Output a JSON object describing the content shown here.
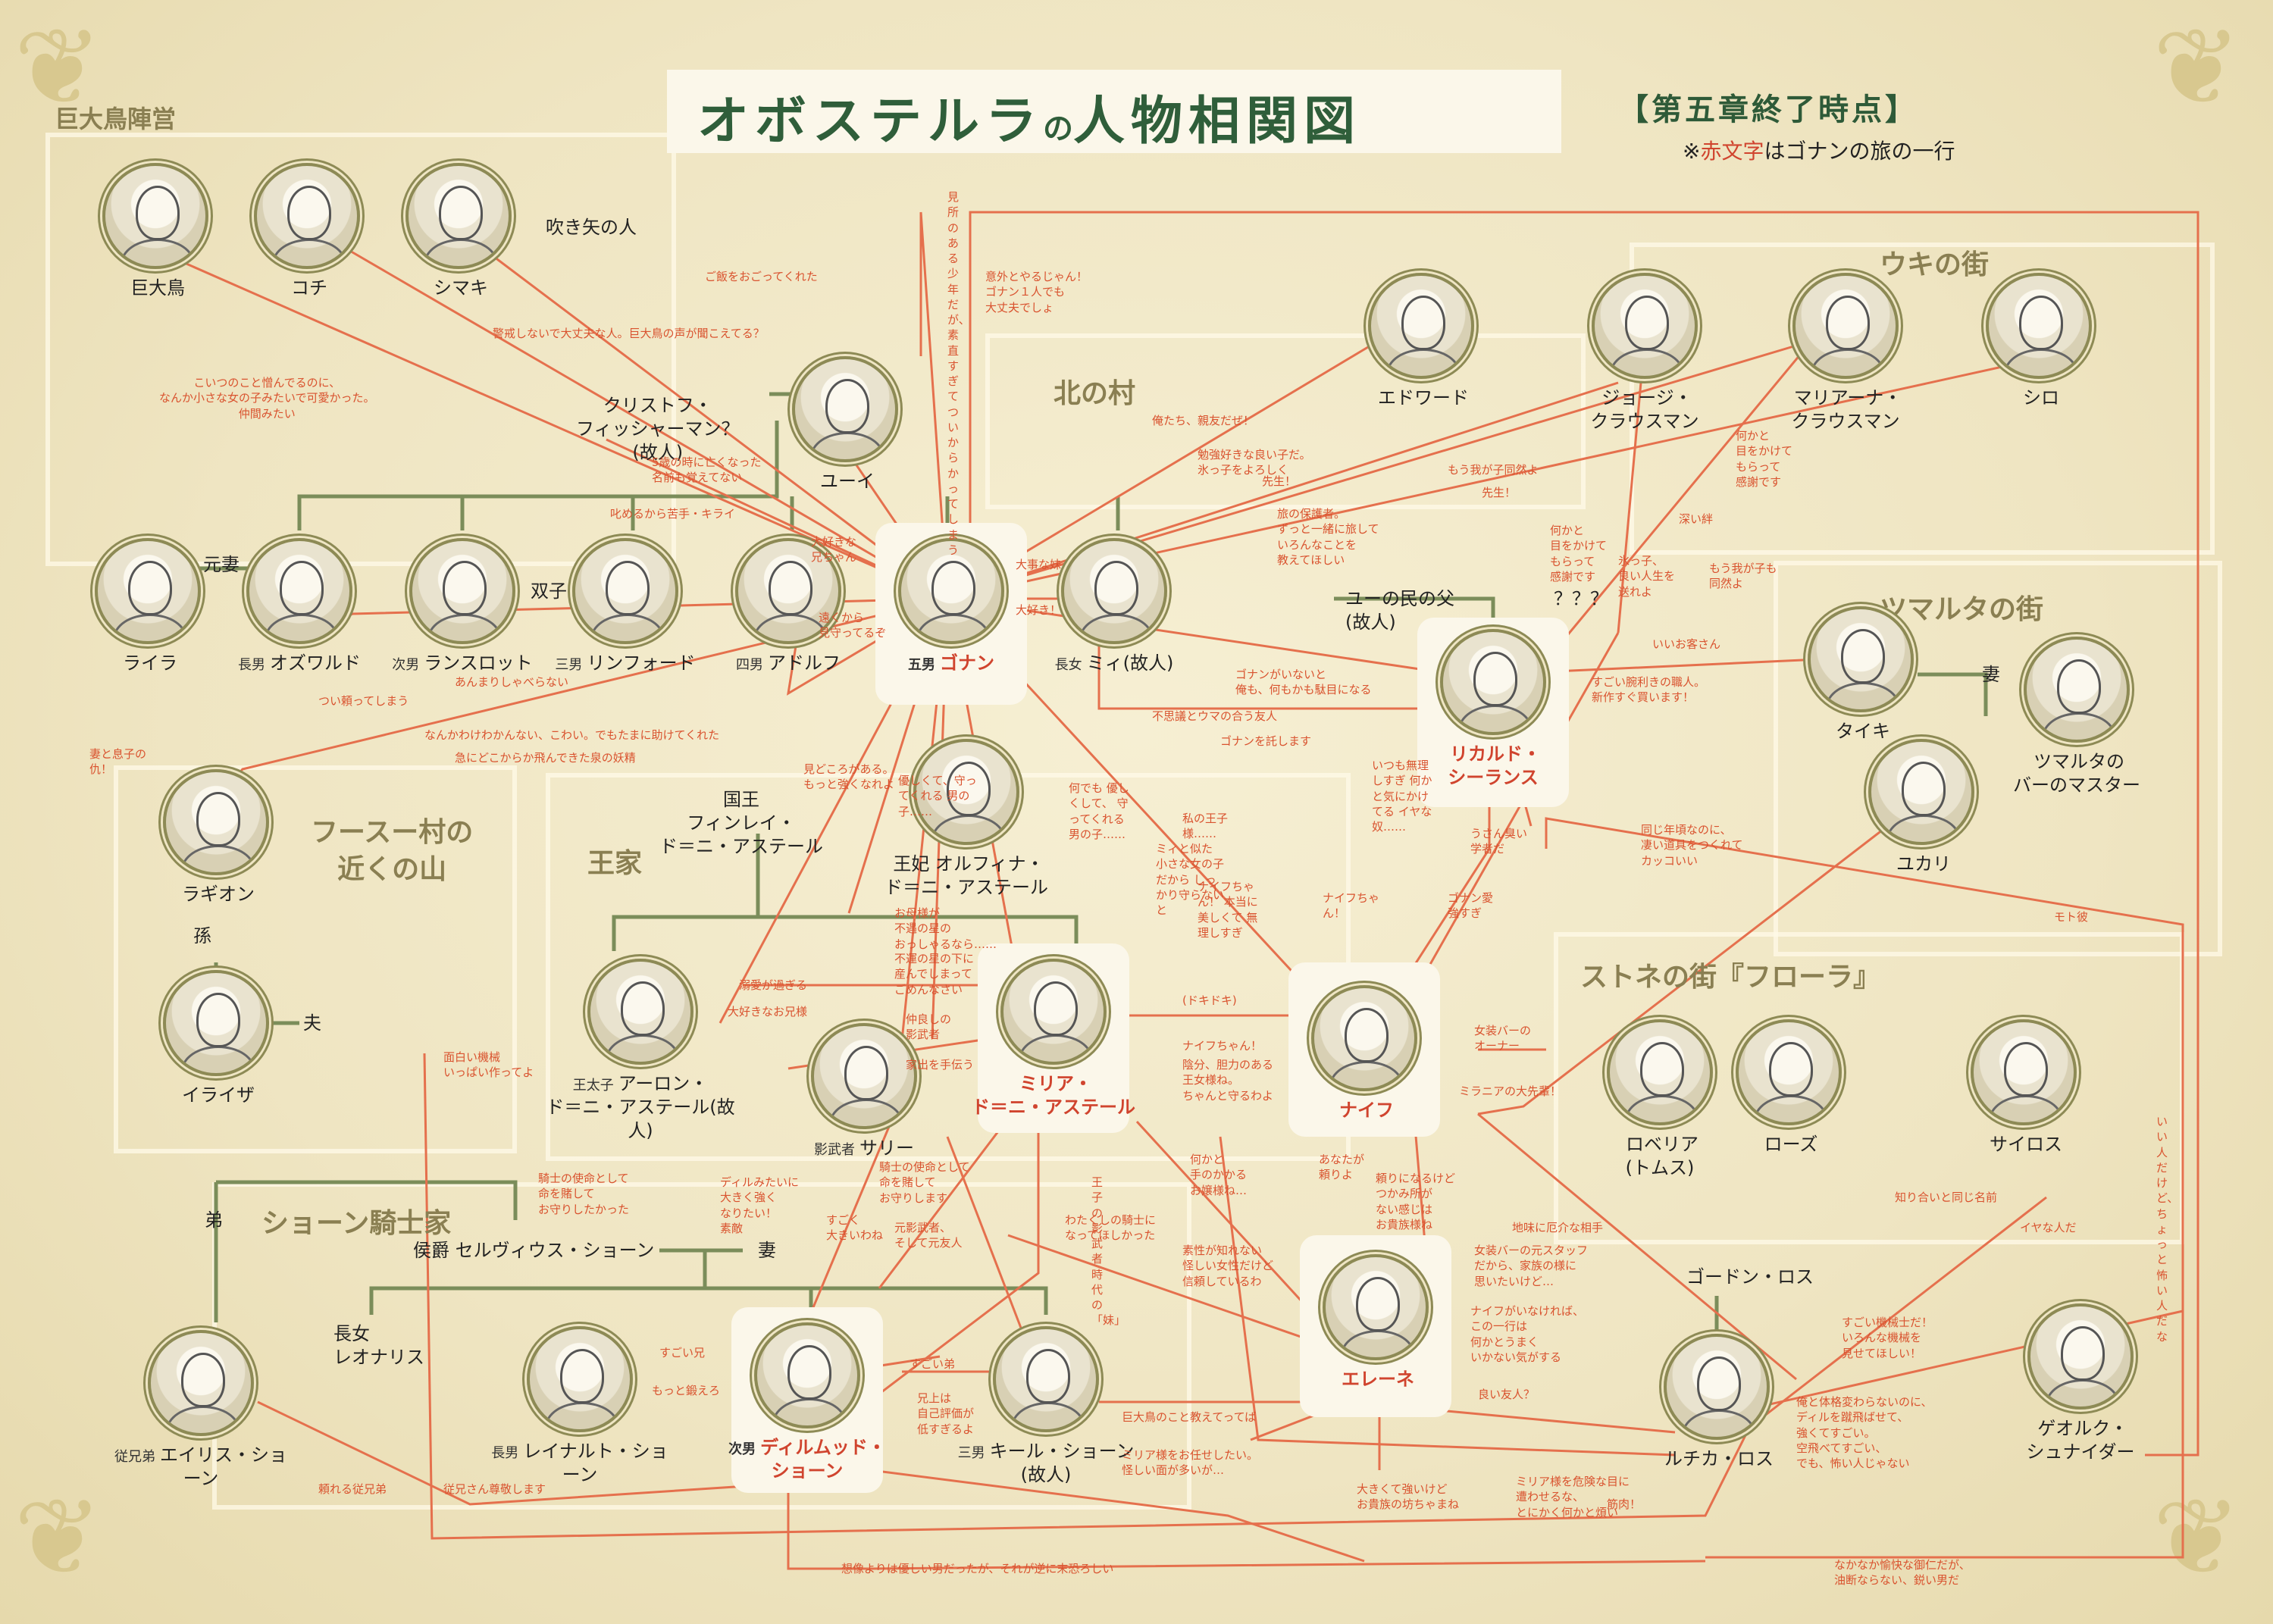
{
  "title_main": "オボステルラ",
  "title_no": "の",
  "title_rest": "人物相関図",
  "subtitle": "【第五章終了時点】",
  "legend_prefix": "※",
  "legend_red": "赤文字",
  "legend_suffix": "はゴナンの旅の一行",
  "regions": [
    {
      "id": "kyodaicho",
      "label": "巨大鳥陣営"
    },
    {
      "id": "kita",
      "label": "北の村"
    },
    {
      "id": "uki",
      "label": "ウキの街"
    },
    {
      "id": "tsumaruta",
      "label": "ツマルタの街"
    },
    {
      "id": "fusu",
      "label": "フースー村の\n近くの山"
    },
    {
      "id": "oke",
      "label": "王家"
    },
    {
      "id": "sutone",
      "label": "ストネの街『フローラ』"
    },
    {
      "id": "shon",
      "label": "ショーン騎士家"
    }
  ],
  "characters": [
    {
      "id": "kyodaicho",
      "name": "巨大鳥"
    },
    {
      "id": "kochi",
      "name": "コチ"
    },
    {
      "id": "shimaki",
      "name": "シマキ"
    },
    {
      "id": "yui",
      "name": "ユーイ"
    },
    {
      "id": "edward",
      "name": "エドワード"
    },
    {
      "id": "george",
      "name": "ジョージ・\nクラウスマン"
    },
    {
      "id": "mariana",
      "name": "マリアーナ・\nクラウスマン"
    },
    {
      "id": "shiro",
      "name": "シロ"
    },
    {
      "id": "raira",
      "name": "ライラ"
    },
    {
      "id": "oswald",
      "rel": "長男",
      "name": "オズワルド"
    },
    {
      "id": "lancelot",
      "rel": "次男",
      "name": "ランスロット"
    },
    {
      "id": "linford",
      "rel": "三男",
      "name": "リンフォード"
    },
    {
      "id": "adolf",
      "rel": "四男",
      "name": "アドルフ"
    },
    {
      "id": "gonan",
      "rel": "五男",
      "name": "ゴナン",
      "red": true
    },
    {
      "id": "mii",
      "rel": "長女",
      "name": "ミィ(故人)"
    },
    {
      "id": "ricardo",
      "name": "リカルド・\nシーランス",
      "red": true
    },
    {
      "id": "taiki",
      "name": "タイキ"
    },
    {
      "id": "master",
      "name": "ツマルタの\nバーのマスター"
    },
    {
      "id": "yukari",
      "name": "ユカリ"
    },
    {
      "id": "ragion",
      "name": "ラギオン"
    },
    {
      "id": "iraiza",
      "name": "イライザ"
    },
    {
      "id": "orufina",
      "name": "王妃 オルフィナ・\nド＝ニ・アステール"
    },
    {
      "id": "aron",
      "rel": "王太子",
      "name": "アーロン・\nド＝ニ・アステール(故人)"
    },
    {
      "id": "sari",
      "rel": "影武者",
      "name": "サリー"
    },
    {
      "id": "miria",
      "name": "ミリア・\nド＝ニ・アステール",
      "red": true
    },
    {
      "id": "naifu",
      "name": "ナイフ",
      "red": true
    },
    {
      "id": "roberia",
      "name": "ロベリア\n(トムス)"
    },
    {
      "id": "rozu",
      "name": "ローズ"
    },
    {
      "id": "sairosu",
      "name": "サイロス"
    },
    {
      "id": "erene",
      "name": "エレーネ",
      "red": true
    },
    {
      "id": "airisu",
      "rel": "従兄弟",
      "name": "エイリス・ショーン"
    },
    {
      "id": "reinaruto",
      "rel": "長男",
      "name": "レイナルト・ショーン"
    },
    {
      "id": "dirumuddo",
      "rel": "次男",
      "name": "ディルムッド・\nショーン",
      "red": true
    },
    {
      "id": "kiru",
      "rel": "三男",
      "name": "キール・ショーン(故人)"
    },
    {
      "id": "rufika",
      "name": "ルチカ・ロス"
    },
    {
      "id": "georuku",
      "name": "ゲオルク・\nシュナイダー"
    }
  ],
  "plain_texts": {
    "fukiya": "吹き矢の人",
    "christoph": "クリストフ・\nフィッシャーマン？\n(故人)",
    "motozuma": "元妻",
    "futago": "双子",
    "yuutami": "ユーの民の父\n(故人)",
    "qqq": "？？？",
    "tsuma1": "妻",
    "kokuo": "国王\nフィンレイ・\nド＝ニ・アステール",
    "mago": "孫",
    "otto": "夫",
    "otouto": "弟",
    "seruvius": "侯爵 セルヴィウス・ショーン",
    "tsuma2": "妻",
    "leonaris": "長女\nレオナリス",
    "gordon": "ゴードン・ロス"
  },
  "notes": [
    "見所のある少年だが、\n素直すぎてついからかってしまう",
    "ご飯をおごってくれた",
    "警戒しないで大丈夫な人。巨大鳥の声が聞こえてる？",
    "こいつのこと憎んでるのに、\nなんか小さな女の子みたいで可愛かった。\n仲間みたい",
    "5歳の時に亡くなった\n名前も覚えてない",
    "意外とやるじゃん！\nゴナン１人でも\n大丈夫でしょ",
    "俺たち、親友だぜ！",
    "勉強好きな良い子だ。\n氷っ子をよろしく",
    "先生！",
    "もう我が子同然よ",
    "先生！",
    "何かと\n目をかけて\nもらって\n感謝です",
    "叱めるから苦手・キライ",
    "大好きな\n兄ちゃん",
    "遠くから\n見守ってるぞ",
    "大事な妹",
    "大好き！",
    "旅の保護者。\nずっと一緒に旅して\nいろんなことを\n教えてほしい",
    "何かと\n目をかけて\nもらって\n感謝です",
    "氷っ子、\n良い人生を\n送れよ",
    "深い絆",
    "もう我が子も\n同然よ",
    "いいお客さん",
    "ゴナンがいないと\n俺も、何もかも駄目になる",
    "すごい腕利きの職人。\n新作すぐ買います！",
    "不思議とウマの合う友人",
    "ゴナンを託します",
    "あんまりしゃべらない",
    "つい頼ってしまう",
    "なんかわけわかんない、こわい。でもたまに助けてくれた",
    "急にどこからか飛んできた泉の妖精",
    "妻と息子の\n仇！",
    "見どころがある。\nもっと強くなれよ",
    "優しくて、守ってくれる\n男の子……",
    "ミィと似た\n小さな女の子だから\nしっかり守らないと",
    "何でも\n優しくして、\n守ってくれる\n男の子……",
    "私の王子様……",
    "ナイフちゃん！\n本当に美しくて\n無理しすぎ",
    "いつも無理しすぎ\n何かと気にかけてる\nイヤな奴……",
    "ナイフちゃん！",
    "ゴナン愛\n強すぎ",
    "うさん臭い\n学者だ",
    "同じ年頃なのに、\n凄い道具をつくれて\nカッコいい",
    "モト彼",
    "お母様が\n不遇の星の\nおっしゃるなら……",
    "不運の星の下に\n産んでしまって\nごめんなさい",
    "溺愛が過ぎる",
    "大好きなお兄様",
    "仲良しの\n影武者",
    "家出を手伝う",
    "(ドキドキ)",
    "ナイフちゃん！",
    "陰分、胆力のある\n王女様ね。\nちゃんと守るわよ",
    "女装バーの\nオーナー",
    "ミラニアの大先輩！",
    "良い友人？",
    "面白い機械\nいっぱい作ってよ",
    "騎士の使命として\n命を賭して\nお守りしたかった",
    "ディルみたいに\n大きく強く\nなりたい！\n素敵",
    "騎士の使命として\n命を賭して\nお守りします",
    "すごく\n大きいわね",
    "元影武者、\nそして元友人",
    "王子の影武者時代の「妹」",
    "わたくしの騎士に\nなってほしかった",
    "何かと\n手のかかる\nお嬢様ね…",
    "あなたが\n頼りよ",
    "頼りになるけど\nつかみ所が\nない感じは\nお貴族様ね",
    "素性が知れない\n怪しい女性だけど\n信頼しているわ",
    "地味に厄介な相手",
    "女装バーの元スタッフ\nだから、家族の様に\n思いたいけど…",
    "ナイフがいなければ、\nこの一行は\n何かとうまく\nいかない気がする",
    "知り合いと同じ名前",
    "イヤな人だ",
    "いい人だけど、ちょっと怖い人だな",
    "すごい機械士だ！\nいろんな機械を\n見せてほしい！",
    "俺と体格変わらないのに、\nディルを蹴飛ばせて、\n強くてすごい。\n空飛べてすごい、\nでも、怖い人じゃない",
    "すごい兄",
    "もっと鍛えろ",
    "すごい弟",
    "兄上は\n自己評価が\n低すぎるよ",
    "頼れる従兄弟",
    "従兄さん尊敬します",
    "巨大鳥のこと教えてってば",
    "ミリア様をお任せしたい。\n怪しい面が多いが…",
    "大きくて強いけど\nお貴族の坊ちゃまね",
    "ミリア様を危険な目に\n遭わせるな、\nとにかく何かと煩い",
    "筋肉！",
    "なかなか愉快な御仁だが、\n油断ならない、鋭い男だ",
    "想像よりは優しい男だったが、それが逆に末恐ろしい"
  ]
}
